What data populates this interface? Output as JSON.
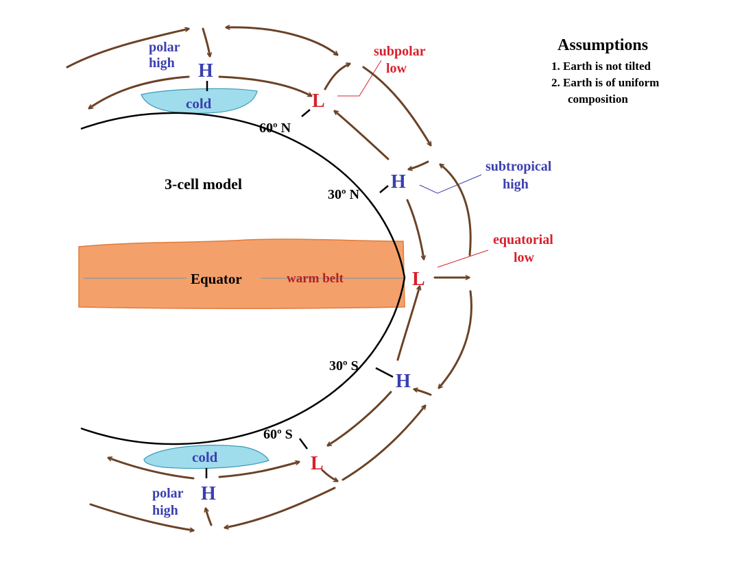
{
  "title": "3-cell model",
  "assumptions": {
    "heading": "Assumptions",
    "items": [
      "1. Earth is not tilted",
      "2. Earth is of uniform",
      "composition"
    ]
  },
  "latitudes": {
    "n60": "60º N",
    "n30": "30º N",
    "s30": "30º S",
    "s60": "60º S"
  },
  "equator": {
    "label": "Equator",
    "warm_belt": "warm belt"
  },
  "pressure": {
    "high": "H",
    "low": "L",
    "polar_high_line1": "polar",
    "polar_high_line2": "high",
    "subpolar_line1": "subpolar",
    "subpolar_line2": "low",
    "subtropical_line1": "subtropical",
    "subtropical_line2": "high",
    "equatorial_line1": "equatorial",
    "equatorial_line2": "low"
  },
  "cold": "cold",
  "colors": {
    "high": "#3b3fb0",
    "low": "#d8202c",
    "arrow": "#6b4226",
    "warm_belt": "#f4a06a",
    "ice": "#9fdcec",
    "earth_outline": "#000000"
  }
}
